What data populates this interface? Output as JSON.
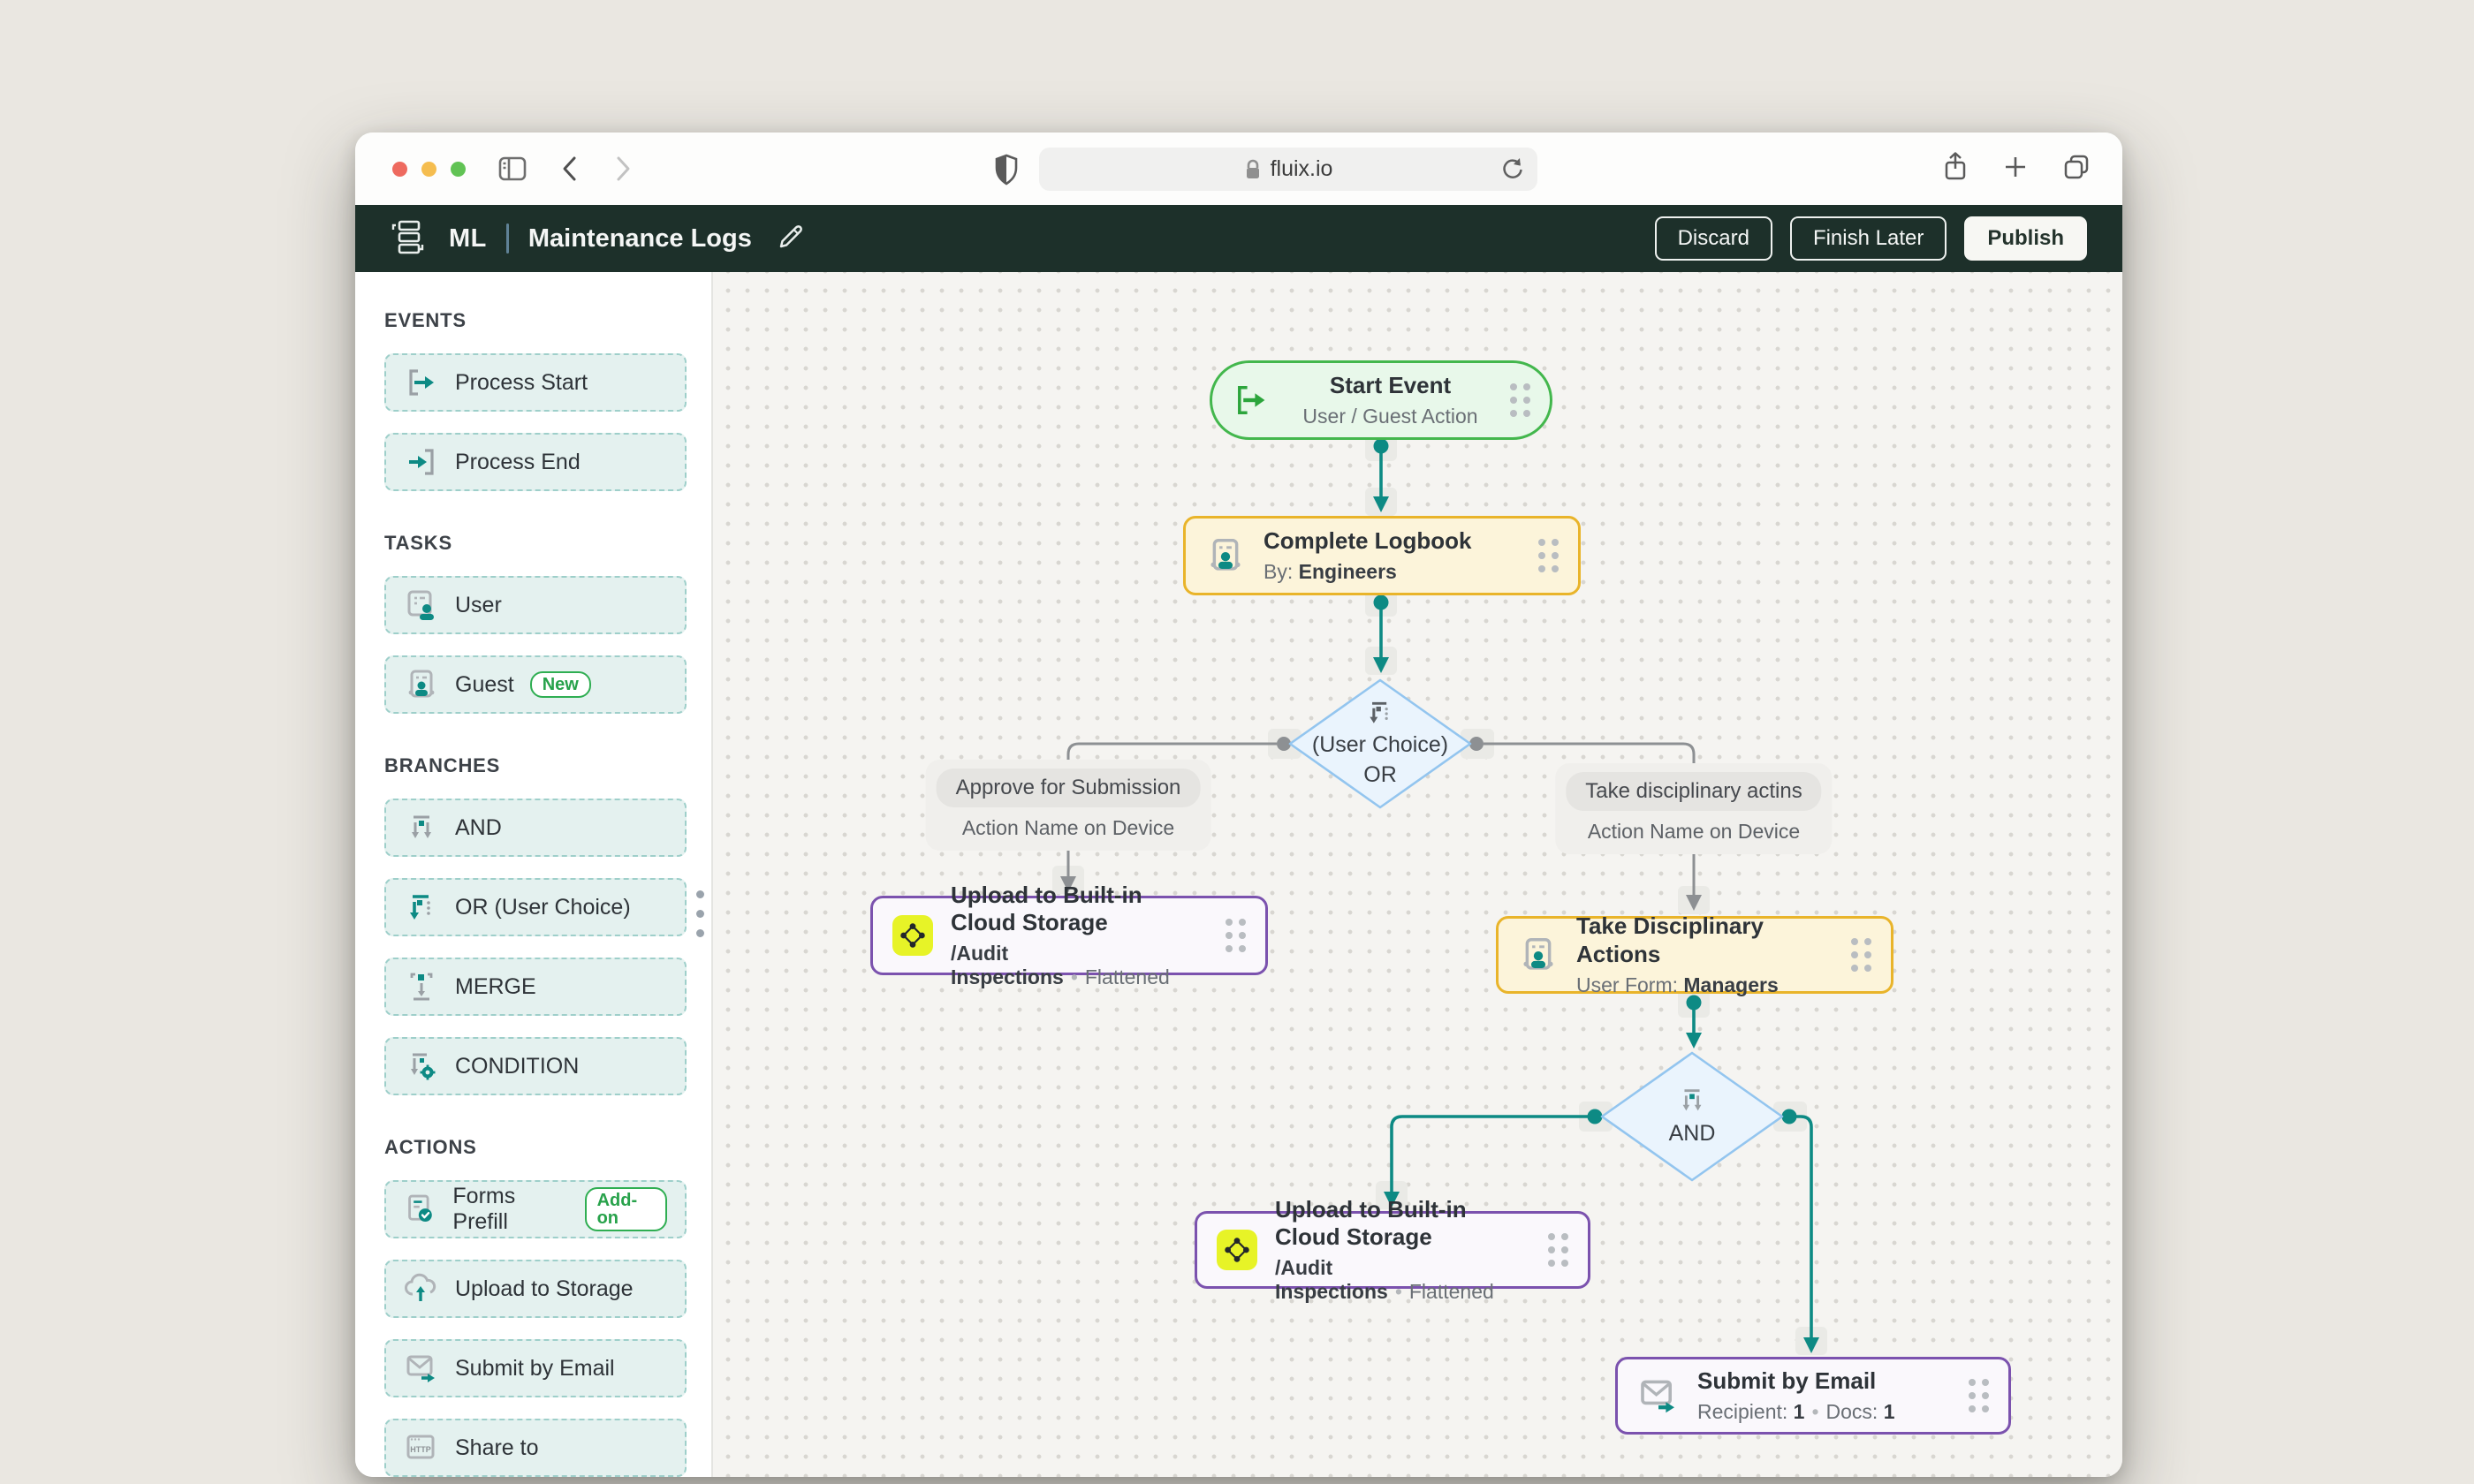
{
  "browser": {
    "url": "fluix.io"
  },
  "header": {
    "app_initials": "ML",
    "title": "Maintenance Logs",
    "discard": "Discard",
    "finish_later": "Finish Later",
    "publish": "Publish"
  },
  "sidebar": {
    "sections": [
      {
        "label": "EVENTS",
        "items": [
          {
            "label": "Process Start"
          },
          {
            "label": "Process End"
          }
        ]
      },
      {
        "label": "TASKS",
        "items": [
          {
            "label": "User"
          },
          {
            "label": "Guest",
            "badge": "New"
          }
        ]
      },
      {
        "label": "BRANCHES",
        "items": [
          {
            "label": "AND"
          },
          {
            "label": "OR (User Choice)"
          },
          {
            "label": "MERGE"
          },
          {
            "label": "CONDITION"
          }
        ]
      },
      {
        "label": "ACTIONS",
        "items": [
          {
            "label": "Forms Prefill",
            "badge": "Add-on"
          },
          {
            "label": "Upload to Storage"
          },
          {
            "label": "Submit by Email"
          },
          {
            "label": "Share to"
          }
        ]
      }
    ]
  },
  "canvas": {
    "nodes": {
      "start": {
        "title": "Start Event",
        "subtitle": "User / Guest Action"
      },
      "complete_logbook": {
        "title": "Complete Logbook",
        "sub_label": "By:",
        "sub_value": "Engineers"
      },
      "or_gateway": {
        "line1": "(User Choice)",
        "line2": "OR"
      },
      "upload_left": {
        "title": "Upload to Built-in Cloud Storage",
        "sub_bold": "/Audit Inspections",
        "sub_sep": "•",
        "sub_light": "Flattened"
      },
      "take_actions": {
        "title": "Take Disciplinary Actions",
        "sub_label": "User Form:",
        "sub_value": "Managers"
      },
      "and_gateway": {
        "label": "AND"
      },
      "upload_bottom": {
        "title": "Upload to Built-in Cloud Storage",
        "sub_bold": "/Audit Inspections",
        "sub_sep": "•",
        "sub_light": "Flattened"
      },
      "submit_email": {
        "title": "Submit by Email",
        "r_label": "Recipient:",
        "r_value": "1",
        "sep": "•",
        "d_label": "Docs:",
        "d_value": "1"
      }
    },
    "branch_labels": {
      "left": {
        "action": "Approve for Submission",
        "sub": "Action Name on Device"
      },
      "right": {
        "action": "Take disciplinary actins",
        "sub": "Action Name on Device"
      }
    }
  },
  "colors": {
    "teal": "#0d8a84",
    "green_border": "#43b74d",
    "yellow_border": "#e9b42a",
    "purple_border": "#7b52ae",
    "diamond_border": "#93c5ef",
    "header_bg": "#1d302a",
    "gray_line": "#8d9093",
    "icon_yellow": "#e7f327",
    "badge_green": "#2fae52"
  }
}
